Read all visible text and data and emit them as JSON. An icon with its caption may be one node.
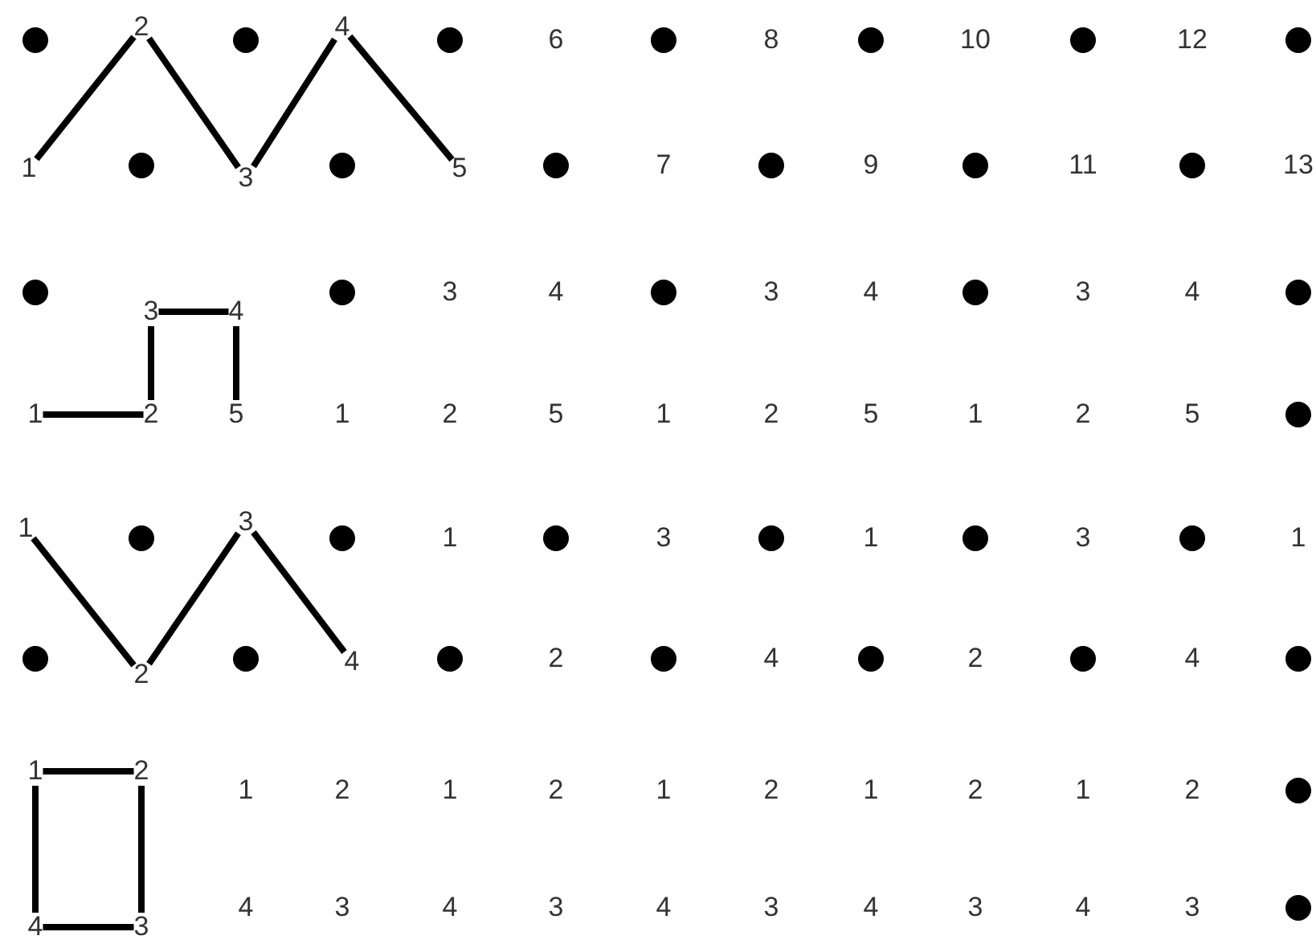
{
  "diagram": {
    "nodes": [
      {
        "text": [
          "1"
        ]
      },
      {
        "text": [
          "2"
        ]
      },
      {
        "text": [
          "3"
        ]
      },
      {
        "text": [
          "4"
        ]
      },
      {
        "text": [
          "5"
        ]
      },
      {
        "text": [
          "3"
        ]
      },
      {
        "text": [
          "4"
        ]
      },
      {
        "text": [
          "1"
        ]
      },
      {
        "text": [
          "2"
        ]
      },
      {
        "text": [
          "5"
        ]
      },
      {
        "text": [
          "1"
        ]
      },
      {
        "text": [
          "3"
        ]
      },
      {
        "text": [
          "2"
        ]
      },
      {
        "text": [
          "4"
        ]
      },
      {
        "text": [
          "1"
        ]
      },
      {
        "text": [
          "2"
        ]
      },
      {
        "text": [
          "4"
        ]
      },
      {
        "text": [
          "3"
        ]
      }
    ],
    "edges": [
      {
        "from": 0,
        "to": 1,
        "arrow": "none"
      },
      {
        "from": 1,
        "to": 2,
        "arrow": "none"
      },
      {
        "from": 2,
        "to": 3,
        "arrow": "none"
      },
      {
        "from": 3,
        "to": 4,
        "arrow": "none"
      },
      {
        "from": 7,
        "to": 8,
        "arrow": "none"
      },
      {
        "from": 8,
        "to": 5,
        "arrow": "none"
      },
      {
        "from": 5,
        "to": 6,
        "arrow": "none"
      },
      {
        "from": 6,
        "to": 9,
        "arrow": "none"
      },
      {
        "from": 10,
        "to": 12,
        "arrow": "none"
      },
      {
        "from": 12,
        "to": 11,
        "arrow": "none"
      },
      {
        "from": 11,
        "to": 13,
        "arrow": "none"
      },
      {
        "from": 14,
        "to": 15,
        "arrow": "none"
      },
      {
        "from": 15,
        "to": 17,
        "arrow": "none"
      },
      {
        "from": 17,
        "to": 16,
        "arrow": "none"
      },
      {
        "from": 16,
        "to": 14,
        "arrow": "none"
      }
    ],
    "labels": [
      "6",
      "8",
      "10",
      "12",
      "7",
      "9",
      "11",
      "13",
      "3",
      "4",
      "3",
      "4",
      "3",
      "4",
      "1",
      "2",
      "5",
      "1",
      "2",
      "5",
      "1",
      "2",
      "5",
      "1",
      "3",
      "1",
      "3",
      "1",
      "2",
      "4",
      "2",
      "4",
      "1",
      "2",
      "1",
      "2",
      "1",
      "2",
      "1",
      "2",
      "1",
      "2",
      "4",
      "3",
      "4",
      "3",
      "4",
      "3",
      "4",
      "3",
      "4",
      "3"
    ]
  }
}
